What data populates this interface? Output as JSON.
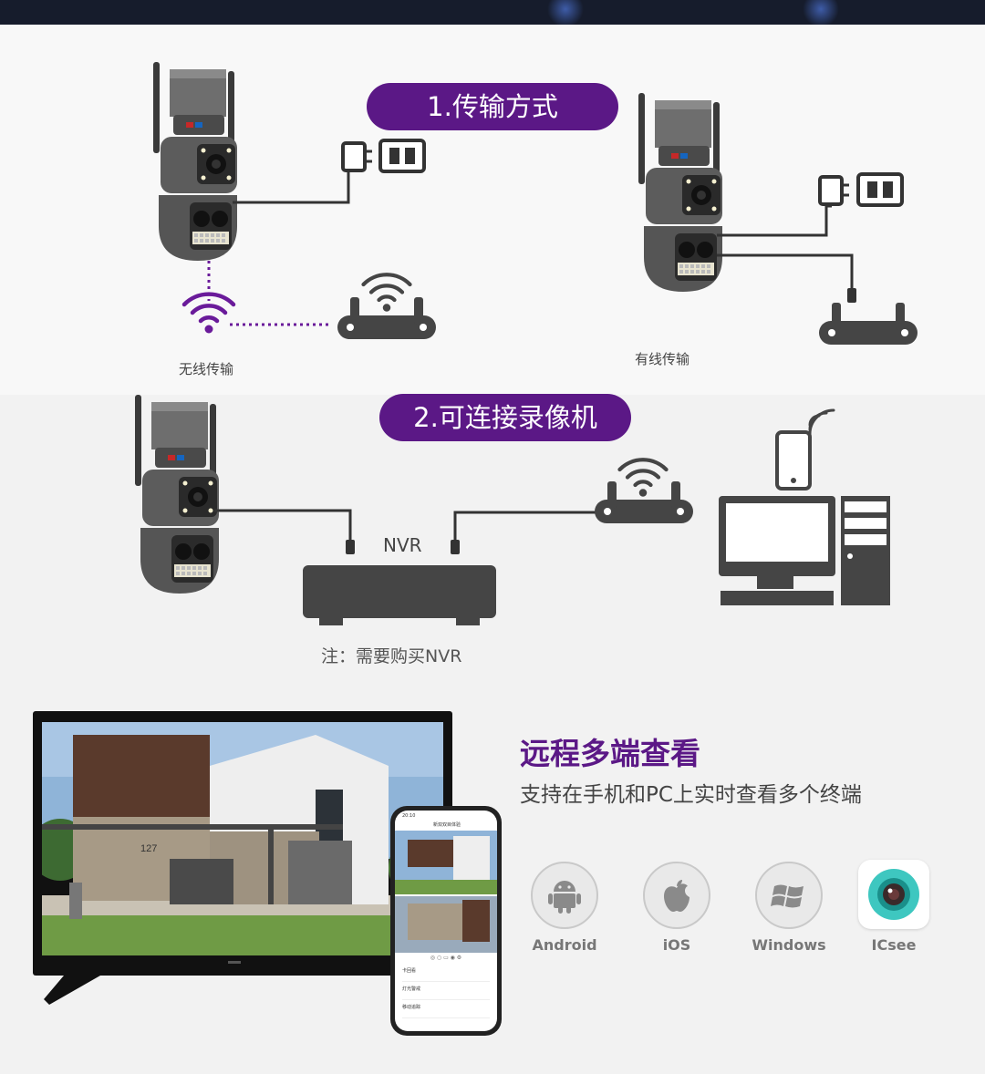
{
  "section1": {
    "title": "1.传输方式",
    "wireless_caption": "无线传输",
    "wired_caption": "有线传输"
  },
  "section2": {
    "title": "2.可连接录像机",
    "nvr_label": "NVR",
    "note": "注：需要购买NVR"
  },
  "section3": {
    "title": "远程多端查看",
    "subtitle": "支持在手机和PC上实时查看多个终端",
    "platforms": [
      {
        "name": "Android",
        "icon": "android-icon"
      },
      {
        "name": "iOS",
        "icon": "apple-icon"
      },
      {
        "name": "Windows",
        "icon": "windows-icon"
      },
      {
        "name": "ICsee",
        "icon": "icsee-icon"
      }
    ],
    "house_number": "127",
    "phone": {
      "time": "20:10",
      "header": "新双双目体验",
      "menu_items": [
        "卡回看",
        "灯光警戒",
        "移动追踪"
      ]
    }
  },
  "colors": {
    "accent": "#5b1886",
    "device_gray": "#5a5a5a",
    "wifi_purple": "#6a1b9a"
  }
}
